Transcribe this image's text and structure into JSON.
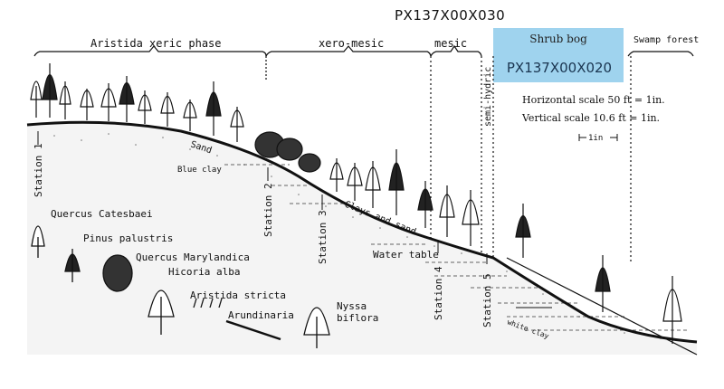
{
  "codes": {
    "top": "PX137X00X030",
    "highlight": "PX137X00X020"
  },
  "zones": {
    "aristida": "Aristida xeric phase",
    "xeromesic": "xero-mesic",
    "mesic": "mesic",
    "semihydric": "semi-hydric",
    "shrubbog": "Shrub bog",
    "swampforest": "Swamp forest"
  },
  "scale": {
    "horizontal": "Horizontal scale  50 ft = 1in.",
    "vertical": "Vertical scale  10.6 ft = 1in.",
    "bar": "1in"
  },
  "profile_labels": {
    "sand": "Sand",
    "blueclay": "Blue clay",
    "clays": "Clays and sand",
    "watertable": "Water table",
    "whiteclay": "white clay"
  },
  "stations": [
    "Station 1",
    "Station 2",
    "Station 3",
    "Station 4",
    "Station 5"
  ],
  "legend": {
    "quercus_cat": "Quercus Catesbaei",
    "pinus": "Pinus palustris",
    "quercus_mar": "Quercus Marylandica",
    "hicoria": "Hicoria alba",
    "aristida": "Aristida stricta",
    "arundinaria": "Arundinaria",
    "nyssa1": "Nyssa",
    "nyssa2": "biflora"
  }
}
